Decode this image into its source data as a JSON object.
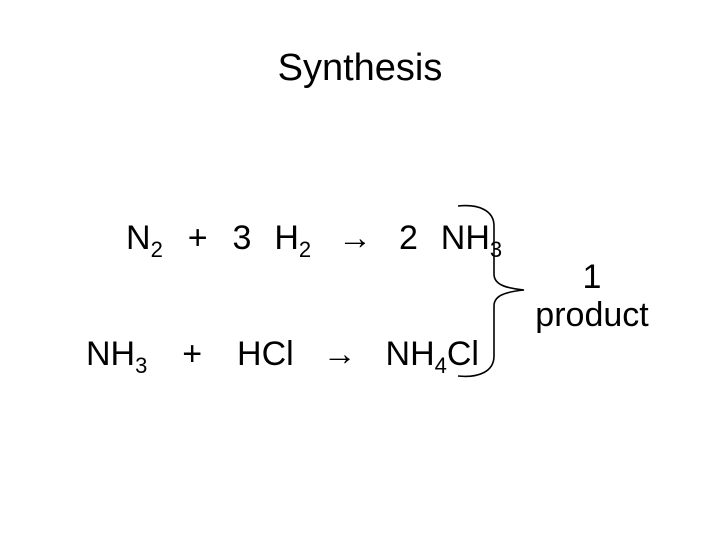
{
  "slide": {
    "title": "Synthesis",
    "equation1": {
      "r1_symbol": "N",
      "r1_sub": "2",
      "op1": "+",
      "coef2": "3",
      "r2_symbol": "H",
      "r2_sub": "2",
      "arrow": "→",
      "coef3": "2",
      "p1_symbol": "NH",
      "p1_sub": "3"
    },
    "equation2": {
      "r1_symbol": "NH",
      "r1_sub": "3",
      "op1": "+",
      "r2_symbol": "HCl",
      "arrow": "→",
      "p1_symbol_a": "NH",
      "p1_sub": "4",
      "p1_symbol_b": "Cl"
    },
    "result": {
      "count": "1",
      "label": "product"
    }
  }
}
